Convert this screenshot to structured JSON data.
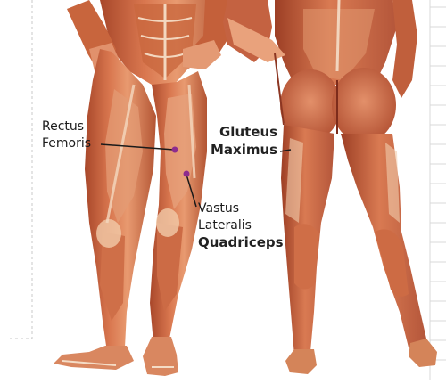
{
  "labels": {
    "rectus_femoris_line1": "Rectus",
    "rectus_femoris_line2": "Femoris",
    "vastus_lateralis_line1": "Vastus",
    "vastus_lateralis_line2": "Lateralis",
    "quadriceps": "Quadriceps",
    "gluteus_maximus_line1": "Gluteus",
    "gluteus_maximus_line2": "Maximus"
  },
  "colors": {
    "muscle_dark": "#b04a2a",
    "muscle_mid": "#d9774f",
    "muscle_light": "#f0b48f",
    "tendon": "#f7e6d3",
    "marker": "#8e2c8e",
    "leader_line": "#1a1a1a"
  },
  "icons": [
    "marker-dot",
    "marker-dot"
  ]
}
